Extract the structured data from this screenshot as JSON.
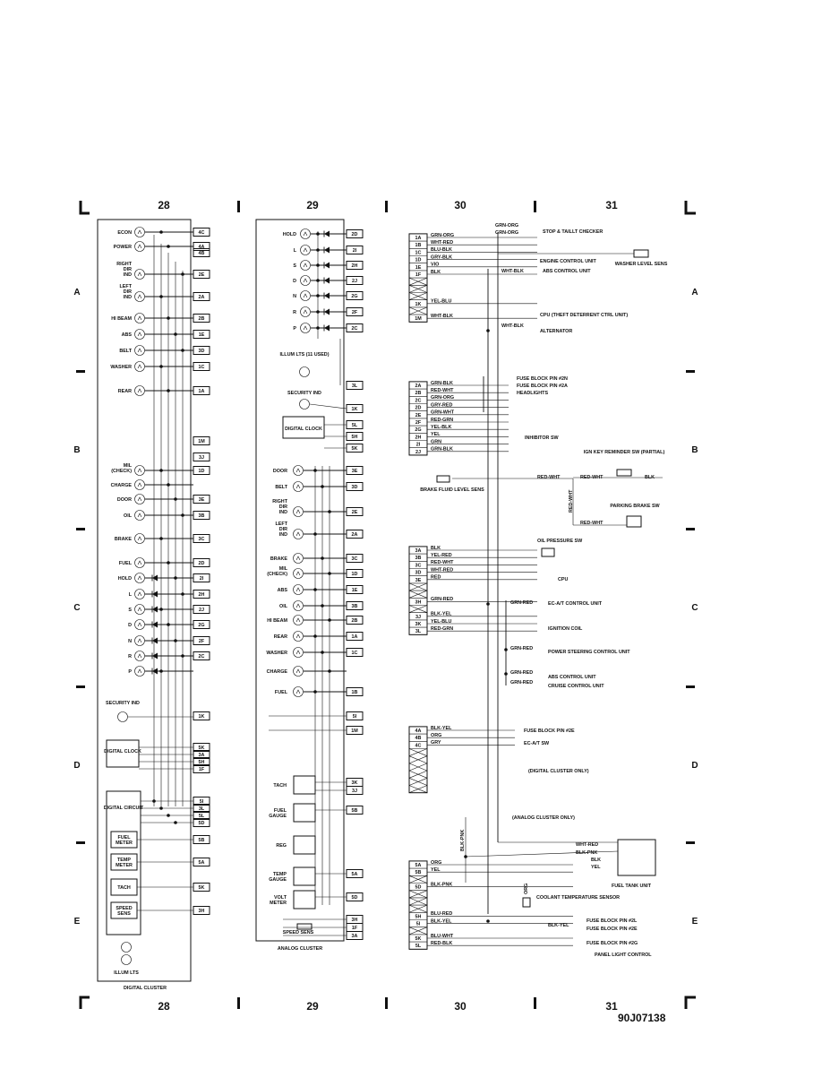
{
  "columns": [
    "28",
    "29",
    "30",
    "31"
  ],
  "row_letters": [
    "A",
    "B",
    "C",
    "D",
    "E"
  ],
  "figure_id": "90J07138",
  "digital_cluster": {
    "title": "DIGITAL CLUSTER",
    "items": [
      {
        "label": "ECON",
        "pin": "4C"
      },
      {
        "label": "POWER",
        "pin": "4A"
      },
      {
        "label": "",
        "pin": "4B"
      },
      {
        "label": "RIGHT DIR IND",
        "pin": "2E"
      },
      {
        "label": "LEFT DIR IND",
        "pin": "2A"
      },
      {
        "label": "HI BEAM",
        "pin": "2B"
      },
      {
        "label": "ABS",
        "pin": "1E"
      },
      {
        "label": "BELT",
        "pin": "3D"
      },
      {
        "label": "WASHER",
        "pin": "1C"
      },
      {
        "label": "REAR",
        "pin": "1A"
      },
      {
        "label": "",
        "pin": "1M"
      },
      {
        "label": "",
        "pin": "3J"
      },
      {
        "label": "MIL (CHECK)",
        "pin": "1D"
      },
      {
        "label": "CHARGE",
        "pin": ""
      },
      {
        "label": "DOOR",
        "pin": "3E"
      },
      {
        "label": "OIL",
        "pin": "3B"
      },
      {
        "label": "BRAKE",
        "pin": "3C"
      },
      {
        "label": "FUEL",
        "pin": "2D"
      },
      {
        "label": "HOLD",
        "pin": "2I"
      },
      {
        "label": "L",
        "pin": "2H"
      },
      {
        "label": "S",
        "pin": "2J"
      },
      {
        "label": "D",
        "pin": "2G"
      },
      {
        "label": "N",
        "pin": "2F"
      },
      {
        "label": "R",
        "pin": "2C"
      },
      {
        "label": "P",
        "pin": ""
      }
    ],
    "security_label": "SECURITY IND",
    "security_pin": "1K",
    "digital_clock": "DIGITAL CLOCK",
    "clock_pins": [
      "5K",
      "3A",
      "5H",
      "1F"
    ],
    "digital_circuit": "DIGITAL CIRCUIT",
    "circuit_pins": [
      "5I",
      "3L",
      "5L",
      "5D"
    ],
    "modules": [
      {
        "label": "FUEL METER",
        "pin": "5B"
      },
      {
        "label": "TEMP METER",
        "pin": "5A"
      },
      {
        "label": "TACH",
        "pin": "5K"
      },
      {
        "label": "SPEED SENS",
        "pin": "3H"
      }
    ],
    "illum": "ILLUM LTS"
  },
  "analog_cluster": {
    "title": "ANALOG CLUSTER",
    "top_items": [
      {
        "label": "HOLD",
        "pin": "2D"
      },
      {
        "label": "L",
        "pin": "2I"
      },
      {
        "label": "S",
        "pin": "2H"
      },
      {
        "label": "D",
        "pin": "2J"
      },
      {
        "label": "N",
        "pin": "2G"
      },
      {
        "label": "R",
        "pin": "2F"
      },
      {
        "label": "P",
        "pin": "2C"
      }
    ],
    "illum": "ILLUM LTS (11 USED)",
    "illum_pin": "3L",
    "security_label": "SECURITY IND",
    "security_pin": "1K",
    "digital_clock": "DIGITAL CLOCK",
    "clock_pins": [
      "5L",
      "5H",
      "5K"
    ],
    "lower_items": [
      {
        "label": "DOOR",
        "pin": "3E"
      },
      {
        "label": "BELT",
        "pin": "3D"
      },
      {
        "label": "RIGHT DIR IND",
        "pin": "2E"
      },
      {
        "label": "LEFT DIR IND",
        "pin": "2A"
      },
      {
        "label": "BRAKE",
        "pin": "3C"
      },
      {
        "label": "MIL (CHECK)",
        "pin": "1D"
      },
      {
        "label": "ABS",
        "pin": "1E"
      },
      {
        "label": "OIL",
        "pin": "3B"
      },
      {
        "label": "HI BEAM",
        "pin": "2B"
      },
      {
        "label": "REAR",
        "pin": "1A"
      },
      {
        "label": "WASHER",
        "pin": "1C"
      },
      {
        "label": "CHARGE",
        "pin": ""
      },
      {
        "label": "FUEL",
        "pin": "1B"
      }
    ],
    "misc_pins": [
      "5I",
      "1M"
    ],
    "gauges": [
      {
        "label": "TACH",
        "pins": [
          "3K",
          "3J"
        ]
      },
      {
        "label": "FUEL GAUGE",
        "pins": [
          "5B"
        ]
      },
      {
        "label": "REG",
        "pins": []
      },
      {
        "label": "TEMP GAUGE",
        "pins": [
          "5A"
        ]
      },
      {
        "label": "VOLT METER",
        "pins": [
          "5D"
        ]
      }
    ],
    "speed_sens": "SPEED SENS",
    "speed_pins": [
      "3H",
      "1F",
      "3A"
    ]
  },
  "wiring": {
    "group1": [
      {
        "pin": "1A",
        "wire": "GRN-ORG"
      },
      {
        "pin": "1B",
        "wire": "WHT-RED"
      },
      {
        "pin": "1C",
        "wire": "BLU-BLK"
      },
      {
        "pin": "1D",
        "wire": "GRY-BLK"
      },
      {
        "pin": "1E",
        "wire": "VIO"
      },
      {
        "pin": "1F",
        "wire": "BLK"
      },
      {
        "pin": "",
        "wire": ""
      },
      {
        "pin": "",
        "wire": ""
      },
      {
        "pin": "",
        "wire": ""
      },
      {
        "pin": "1K",
        "wire": "YEL-BLU"
      },
      {
        "pin": "",
        "wire": ""
      },
      {
        "pin": "1M",
        "wire": "WHT-BLK"
      }
    ],
    "group2": [
      {
        "pin": "2A",
        "wire": "GRN-BLK"
      },
      {
        "pin": "2B",
        "wire": "RED-WHT"
      },
      {
        "pin": "2C",
        "wire": "GRN-ORG"
      },
      {
        "pin": "2D",
        "wire": "GRY-RED"
      },
      {
        "pin": "2E",
        "wire": "GRN-WHT"
      },
      {
        "pin": "2F",
        "wire": "RED-GRN"
      },
      {
        "pin": "2G",
        "wire": "YEL-BLK"
      },
      {
        "pin": "2H",
        "wire": "YEL"
      },
      {
        "pin": "2I",
        "wire": "GRN"
      },
      {
        "pin": "2J",
        "wire": "GRN-BLK"
      }
    ],
    "group3": [
      {
        "pin": "3A",
        "wire": "BLK"
      },
      {
        "pin": "3B",
        "wire": "YEL-RED"
      },
      {
        "pin": "3C",
        "wire": "RED-WHT"
      },
      {
        "pin": "3D",
        "wire": "WHT-RED"
      },
      {
        "pin": "3E",
        "wire": "RED"
      },
      {
        "pin": "",
        "wire": ""
      },
      {
        "pin": "",
        "wire": ""
      },
      {
        "pin": "3H",
        "wire": "GRN-RED"
      },
      {
        "pin": "",
        "wire": ""
      },
      {
        "pin": "3J",
        "wire": "BLK-YEL"
      },
      {
        "pin": "3K",
        "wire": "YEL-BLU"
      },
      {
        "pin": "3L",
        "wire": "RED-GRN"
      }
    ],
    "group4": [
      {
        "pin": "4A",
        "wire": "BLK-YEL"
      },
      {
        "pin": "4B",
        "wire": "ORG"
      },
      {
        "pin": "4C",
        "wire": "GRY"
      }
    ],
    "group5": [
      {
        "pin": "5A",
        "wire": "ORG"
      },
      {
        "pin": "5B",
        "wire": "YEL"
      },
      {
        "pin": "",
        "wire": ""
      },
      {
        "pin": "5D",
        "wire": "BLK-PNK"
      },
      {
        "pin": "",
        "wire": ""
      },
      {
        "pin": "",
        "wire": ""
      },
      {
        "pin": "",
        "wire": ""
      },
      {
        "pin": "5H",
        "wire": "BLU-RED"
      },
      {
        "pin": "5I",
        "wire": "BLK-YEL"
      },
      {
        "pin": "",
        "wire": ""
      },
      {
        "pin": "5K",
        "wire": "BLU-WHT"
      },
      {
        "pin": "5L",
        "wire": "RED-BLK"
      }
    ]
  },
  "destinations": {
    "stop_taillt": "STOP & TAILLT CHECKER",
    "grn_org_a": "GRN-ORG",
    "grn_org_b": "GRN-ORG",
    "washer_sens": "WASHER LEVEL SENS",
    "engine_cu": "ENGINE CONTROL UNIT",
    "abs_cu": "ABS CONTROL UNIT",
    "wht_blk": "WHT-BLK",
    "cpu_theft": "CPU (THEFT DETERRENT CTRL UNIT)",
    "alternator": "ALTERNATOR",
    "wht_blk_b": "WHT-BLK",
    "fuse_2n": "FUSE BLOCK PIN #2N",
    "fuse_2a": "FUSE BLOCK PIN #2A",
    "headlights": "HEADLIGHTS",
    "inhibitor": "INHIBITOR SW",
    "ign_key": "IGN KEY REMINDER SW (PARTIAL)",
    "red_wht_1": "RED-WHT",
    "red_wht_2": "RED-WHT",
    "red_wht_3": "RED-WHT",
    "red_wht_4": "RED-WHT",
    "blk": "BLK",
    "brake_fluid": "BRAKE FLUID LEVEL SENS",
    "parking_brake": "PARKING BRAKE SW",
    "oil_pressure": "OIL PRESSURE SW",
    "cpu": "CPU",
    "ec_at_cu": "EC-A/T CONTROL UNIT",
    "grn_red_1": "GRN-RED",
    "ignition_coil": "IGNITION COIL",
    "power_steering": "POWER STEERING CONTROL UNIT",
    "grn_red_2": "GRN-RED",
    "abs_cu_2": "ABS CONTROL UNIT",
    "grn_red_3": "GRN-RED",
    "cruise_cu": "CRUISE CONTROL UNIT",
    "grn_red_4": "GRN-RED",
    "fuse_2e": "FUSE BLOCK PIN #2E",
    "ec_at_sw": "EC-A/T SW",
    "digital_only": "(DIGITAL CLUSTER ONLY)",
    "analog_only": "(ANALOG CLUSTER ONLY)",
    "blk_pnk": "BLK-PNK",
    "wht_red": "WHT-RED",
    "blk_pnk_b": "BLK-PNK",
    "blk_b": "BLK",
    "yel_b": "YEL",
    "fuel_tank": "FUEL TANK UNIT",
    "org_v": "ORG",
    "coolant": "COOLANT TEMPERATURE SENSOR",
    "fuse_2l": "FUSE BLOCK PIN #2L",
    "fuse_2e_b": "FUSE BLOCK PIN #2E",
    "blk_yel": "BLK-YEL",
    "fuse_2g": "FUSE BLOCK PIN #2G",
    "panel_light": "PANEL LIGHT CONTROL"
  }
}
